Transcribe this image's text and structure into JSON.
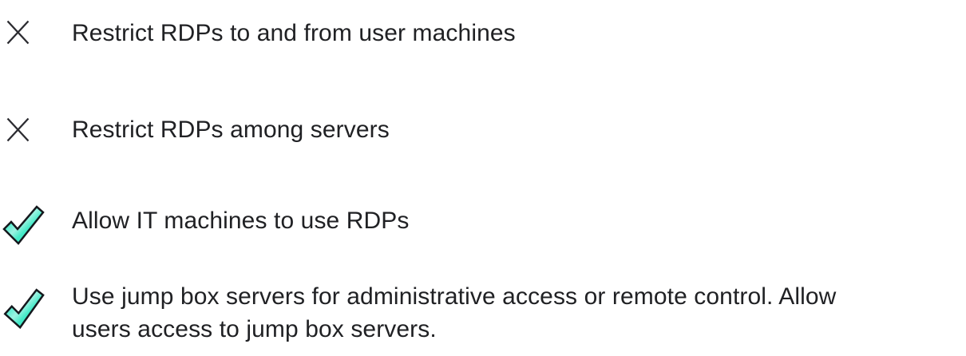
{
  "page": {
    "background": "#ffffff"
  },
  "colors": {
    "text": "#202124",
    "x_icon_stroke": "#2b2b30",
    "check_fill": "#3fe9c6",
    "check_fill_highlight": "#9df3e2",
    "check_outline": "#15181d"
  },
  "items": [
    {
      "icon": "x-icon",
      "lines": [
        "Restrict RDPs to and from user machines"
      ]
    },
    {
      "icon": "x-icon",
      "lines": [
        "Restrict RDPs among servers"
      ]
    },
    {
      "icon": "check-icon",
      "lines": [
        "Allow IT machines to use RDPs"
      ]
    },
    {
      "icon": "check-icon",
      "lines": [
        "Use jump box servers for administrative access or remote control. Allow",
        "users access to jump box servers."
      ]
    }
  ]
}
